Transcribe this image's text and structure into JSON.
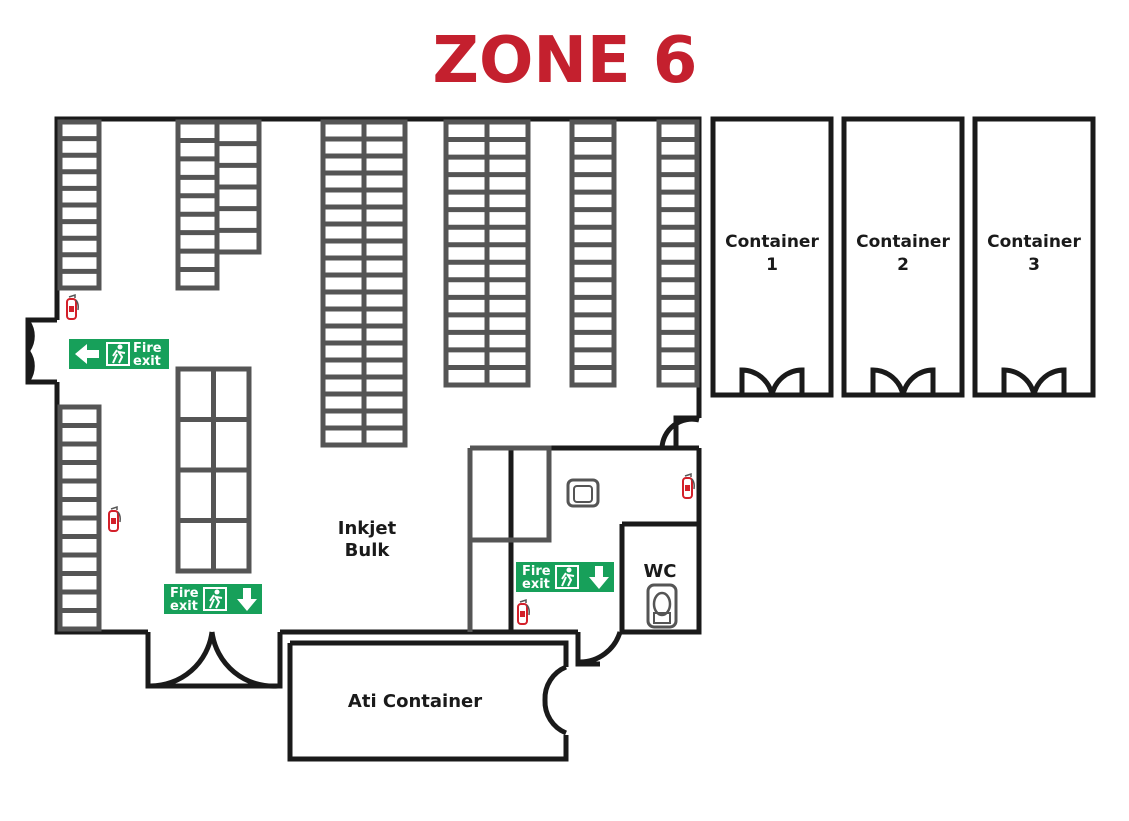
{
  "title": "ZONE 6",
  "colors": {
    "title": "#c4202e",
    "wall": "#1a1a1a",
    "rack": "#555555",
    "sign": "#17a05a",
    "extinguisher": "#d3202a"
  },
  "labels": {
    "inkjet_line1": "Inkjet",
    "inkjet_line2": "Bulk",
    "container1_line1": "Container",
    "container1_line2": "1",
    "container2_line1": "Container",
    "container2_line2": "2",
    "container3_line1": "Container",
    "container3_line2": "3",
    "ati": "Ati Container",
    "wc": "WC"
  },
  "signs": {
    "fire_line1": "Fire",
    "fire_line2": "exit"
  },
  "icons": {
    "extinguisher": "fire-extinguisher-icon",
    "running_man": "running-man-icon",
    "arrow_left": "arrow-left-icon",
    "arrow_down": "arrow-down-icon",
    "toilet": "toilet-icon",
    "sink": "sink-icon"
  }
}
